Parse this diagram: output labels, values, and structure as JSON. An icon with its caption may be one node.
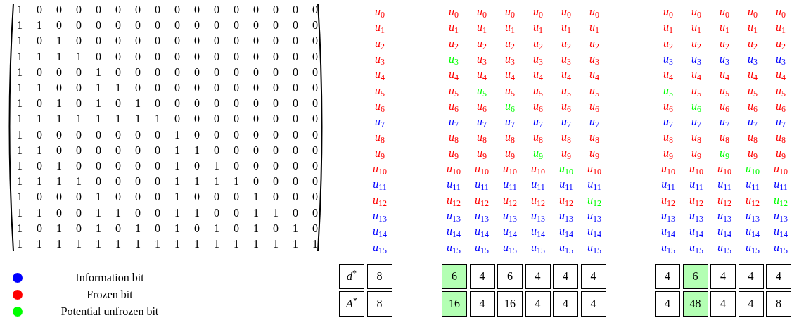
{
  "diagram": {
    "nodes": [
      {
        "text": [
          "*d*$^{*}$"
        ]
      },
      {
        "text": [
          "8"
        ]
      },
      {
        "text": [
          "*A*$^{*}$"
        ]
      },
      {
        "text": [
          "8"
        ]
      },
      {
        "text": [
          "6"
        ]
      },
      {
        "text": [
          "4"
        ]
      },
      {
        "text": [
          "6"
        ]
      },
      {
        "text": [
          "4"
        ]
      },
      {
        "text": [
          "4"
        ]
      },
      {
        "text": [
          "4"
        ]
      },
      {
        "text": [
          "16"
        ]
      },
      {
        "text": [
          "4"
        ]
      },
      {
        "text": [
          "16"
        ]
      },
      {
        "text": [
          "4"
        ]
      },
      {
        "text": [
          "4"
        ]
      },
      {
        "text": [
          "4"
        ]
      },
      {
        "text": [
          "4"
        ]
      },
      {
        "text": [
          "6"
        ]
      },
      {
        "text": [
          "4"
        ]
      },
      {
        "text": [
          "4"
        ]
      },
      {
        "text": [
          "4"
        ]
      },
      {
        "text": [
          "4"
        ]
      },
      {
        "text": [
          "48"
        ]
      },
      {
        "text": [
          "4"
        ]
      },
      {
        "text": [
          "4"
        ]
      },
      {
        "text": [
          "8"
        ]
      }
    ],
    "labels": [
      "1",
      "0",
      "0",
      "0",
      "0",
      "0",
      "0",
      "0",
      "0",
      "0",
      "0",
      "0",
      "0",
      "0",
      "0",
      "0",
      "1",
      "1",
      "0",
      "0",
      "0",
      "0",
      "0",
      "0",
      "0",
      "0",
      "0",
      "0",
      "0",
      "0",
      "0",
      "0",
      "1",
      "0",
      "1",
      "0",
      "0",
      "0",
      "0",
      "0",
      "0",
      "0",
      "0",
      "0",
      "0",
      "0",
      "0",
      "0",
      "1",
      "1",
      "1",
      "1",
      "0",
      "0",
      "0",
      "0",
      "0",
      "0",
      "0",
      "0",
      "0",
      "0",
      "0",
      "0",
      "1",
      "0",
      "0",
      "0",
      "1",
      "0",
      "0",
      "0",
      "0",
      "0",
      "0",
      "0",
      "0",
      "0",
      "0",
      "0",
      "1",
      "1",
      "0",
      "0",
      "1",
      "1",
      "0",
      "0",
      "0",
      "0",
      "0",
      "0",
      "0",
      "0",
      "0",
      "0",
      "1",
      "0",
      "1",
      "0",
      "1",
      "0",
      "1",
      "0",
      "0",
      "0",
      "0",
      "0",
      "0",
      "0",
      "0",
      "0",
      "1",
      "1",
      "1",
      "1",
      "1",
      "1",
      "1",
      "1",
      "0",
      "0",
      "0",
      "0",
      "0",
      "0",
      "0",
      "0",
      "1",
      "0",
      "0",
      "0",
      "0",
      "0",
      "0",
      "0",
      "1",
      "0",
      "0",
      "0",
      "0",
      "0",
      "0",
      "0",
      "1",
      "1",
      "0",
      "0",
      "0",
      "0",
      "0",
      "0",
      "1",
      "1",
      "0",
      "0",
      "0",
      "0",
      "0",
      "0",
      "1",
      "0",
      "1",
      "0",
      "0",
      "0",
      "0",
      "0",
      "1",
      "0",
      "1",
      "0",
      "0",
      "0",
      "0",
      "0",
      "1",
      "1",
      "1",
      "1",
      "0",
      "0",
      "0",
      "0",
      "1",
      "1",
      "1",
      "1",
      "0",
      "0",
      "0",
      "0",
      "1",
      "0",
      "0",
      "0",
      "1",
      "0",
      "0",
      "0",
      "1",
      "0",
      "0",
      "0",
      "1",
      "0",
      "0",
      "0",
      "1",
      "1",
      "0",
      "0",
      "1",
      "1",
      "0",
      "0",
      "1",
      "1",
      "0",
      "0",
      "1",
      "1",
      "0",
      "0",
      "1",
      "0",
      "1",
      "0",
      "1",
      "0",
      "1",
      "0",
      "1",
      "0",
      "1",
      "0",
      "1",
      "0",
      "1",
      "0",
      "1",
      "1",
      "1",
      "1",
      "1",
      "1",
      "1",
      "1",
      "1",
      "1",
      "1",
      "1",
      "1",
      "1",
      "1",
      "1",
      "*u*$_{0}$",
      "*u*$_{0}$",
      "*u*$_{0}$",
      "*u*$_{0}$",
      "*u*$_{0}$",
      "*u*$_{0}$",
      "*u*$_{0}$",
      "*u*$_{0}$",
      "*u*$_{0}$",
      "*u*$_{0}$",
      "*u*$_{0}$",
      "*u*$_{0}$",
      "*u*$_{1}$",
      "*u*$_{1}$",
      "*u*$_{1}$",
      "*u*$_{1}$",
      "*u*$_{1}$",
      "*u*$_{1}$",
      "*u*$_{1}$",
      "*u*$_{1}$",
      "*u*$_{1}$",
      "*u*$_{1}$",
      "*u*$_{1}$",
      "*u*$_{1}$",
      "*u*$_{2}$",
      "*u*$_{2}$",
      "*u*$_{2}$",
      "*u*$_{2}$",
      "*u*$_{2}$",
      "*u*$_{2}$",
      "*u*$_{2}$",
      "*u*$_{2}$",
      "*u*$_{2}$",
      "*u*$_{2}$",
      "*u*$_{2}$",
      "*u*$_{2}$",
      "*u*$_{3}$",
      "*u*$_{3}$",
      "*u*$_{3}$",
      "*u*$_{3}$",
      "*u*$_{3}$",
      "*u*$_{3}$",
      "*u*$_{3}$",
      "*u*$_{3}$",
      "*u*$_{3}$",
      "*u*$_{3}$",
      "*u*$_{3}$",
      "*u*$_{3}$",
      "*u*$_{4}$",
      "*u*$_{4}$",
      "*u*$_{4}$",
      "*u*$_{4}$",
      "*u*$_{4}$",
      "*u*$_{4}$",
      "*u*$_{4}$",
      "*u*$_{4}$",
      "*u*$_{4}$",
      "*u*$_{4}$",
      "*u*$_{4}$",
      "*u*$_{4}$",
      "*u*$_{5}$",
      "*u*$_{5}$",
      "*u*$_{5}$",
      "*u*$_{5}$",
      "*u*$_{5}$",
      "*u*$_{5}$",
      "*u*$_{5}$",
      "*u*$_{5}$",
      "*u*$_{5}$",
      "*u*$_{5}$",
      "*u*$_{5}$",
      "*u*$_{5}$",
      "*u*$_{6}$",
      "*u*$_{6}$",
      "*u*$_{6}$",
      "*u*$_{6}$",
      "*u*$_{6}$",
      "*u*$_{6}$",
      "*u*$_{6}$",
      "*u*$_{6}$",
      "*u*$_{6}$",
      "*u*$_{6}$",
      "*u*$_{6}$",
      "*u*$_{6}$",
      "*u*$_{7}$",
      "*u*$_{7}$",
      "*u*$_{7}$",
      "*u*$_{7}$",
      "*u*$_{7}$",
      "*u*$_{7}$",
      "*u*$_{7}$",
      "*u*$_{7}$",
      "*u*$_{7}$",
      "*u*$_{7}$",
      "*u*$_{7}$",
      "*u*$_{7}$",
      "*u*$_{8}$",
      "*u*$_{8}$",
      "*u*$_{8}$",
      "*u*$_{8}$",
      "*u*$_{8}$",
      "*u*$_{8}$",
      "*u*$_{8}$",
      "*u*$_{8}$",
      "*u*$_{8}$",
      "*u*$_{8}$",
      "*u*$_{8}$",
      "*u*$_{8}$",
      "*u*$_{9}$",
      "*u*$_{9}$",
      "*u*$_{9}$",
      "*u*$_{9}$",
      "*u*$_{9}$",
      "*u*$_{9}$",
      "*u*$_{9}$",
      "*u*$_{9}$",
      "*u*$_{9}$",
      "*u*$_{9}$",
      "*u*$_{9}$",
      "*u*$_{9}$",
      "*u*$_{10}$",
      "*u*$_{10}$",
      "*u*$_{10}$",
      "*u*$_{10}$",
      "*u*$_{10}$",
      "*u*$_{10}$",
      "*u*$_{10}$",
      "*u*$_{10}$",
      "*u*$_{10}$",
      "*u*$_{10}$",
      "*u*$_{10}$",
      "*u*$_{10}$",
      "*u*$_{11}$",
      "*u*$_{11}$",
      "*u*$_{11}$",
      "*u*$_{11}$",
      "*u*$_{11}$",
      "*u*$_{11}$",
      "*u*$_{11}$",
      "*u*$_{11}$",
      "*u*$_{11}$",
      "*u*$_{11}$",
      "*u*$_{11}$",
      "*u*$_{11}$",
      "*u*$_{12}$",
      "*u*$_{12}$",
      "*u*$_{12}$",
      "*u*$_{12}$",
      "*u*$_{12}$",
      "*u*$_{12}$",
      "*u*$_{12}$",
      "*u*$_{12}$",
      "*u*$_{12}$",
      "*u*$_{12}$",
      "*u*$_{12}$",
      "*u*$_{12}$",
      "*u*$_{13}$",
      "*u*$_{13}$",
      "*u*$_{13}$",
      "*u*$_{13}$",
      "*u*$_{13}$",
      "*u*$_{13}$",
      "*u*$_{13}$",
      "*u*$_{13}$",
      "*u*$_{13}$",
      "*u*$_{13}$",
      "*u*$_{13}$",
      "*u*$_{13}$",
      "*u*$_{14}$",
      "*u*$_{14}$",
      "*u*$_{14}$",
      "*u*$_{14}$",
      "*u*$_{14}$",
      "*u*$_{14}$",
      "*u*$_{14}$",
      "*u*$_{14}$",
      "*u*$_{14}$",
      "*u*$_{14}$",
      "*u*$_{14}$",
      "*u*$_{14}$",
      "*u*$_{15}$",
      "*u*$_{15}$",
      "*u*$_{15}$",
      "*u*$_{15}$",
      "*u*$_{15}$",
      "*u*$_{15}$",
      "*u*$_{15}$",
      "*u*$_{15}$",
      "*u*$_{15}$",
      "*u*$_{15}$",
      "*u*$_{15}$",
      "*u*$_{15}$"
    ],
    "legend": [
      {
        "text": "Information bit",
        "color": "#0000ff"
      },
      {
        "text": "Frozen bit",
        "color": "#ff0000"
      },
      {
        "text": "Potential unfrozen bit",
        "color": "#00ff00"
      }
    ]
  }
}
